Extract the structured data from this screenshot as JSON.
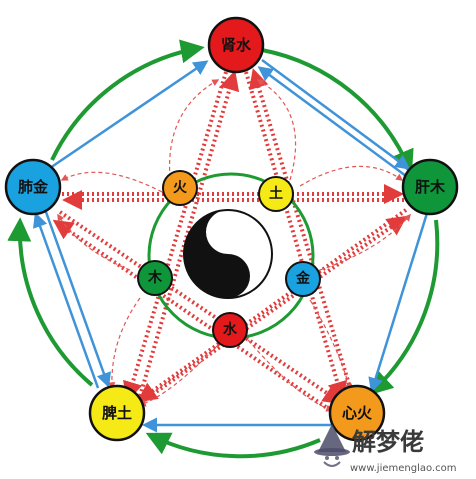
{
  "outer_nodes": [
    {
      "id": "shen",
      "label": "肾水",
      "color": "#e3191b"
    },
    {
      "id": "gan",
      "label": "肝木",
      "color": "#10963a"
    },
    {
      "id": "xin",
      "label": "心火",
      "color": "#f39a1d"
    },
    {
      "id": "pi",
      "label": "脾土",
      "color": "#f6ea16"
    },
    {
      "id": "fei",
      "label": "肺金",
      "color": "#1aa1e0"
    }
  ],
  "inner_nodes": [
    {
      "id": "huo",
      "label": "火",
      "color": "#f39a1d"
    },
    {
      "id": "tu",
      "label": "土",
      "color": "#f6ea16"
    },
    {
      "id": "jin",
      "label": "金",
      "color": "#1aa1e0"
    },
    {
      "id": "shui",
      "label": "水",
      "color": "#e3191b"
    },
    {
      "id": "mu",
      "label": "木",
      "color": "#10963a"
    }
  ],
  "center_icon": "yin-yang-icon",
  "colors": {
    "generating_arrow": "#1e9a32",
    "counter_arrow": "#3f93d8",
    "restraining_arrow": "#e23b3b"
  },
  "watermark": {
    "text": "解梦佬",
    "url": "www.jiemenglao.com",
    "icon": "wizard-hat-icon"
  }
}
